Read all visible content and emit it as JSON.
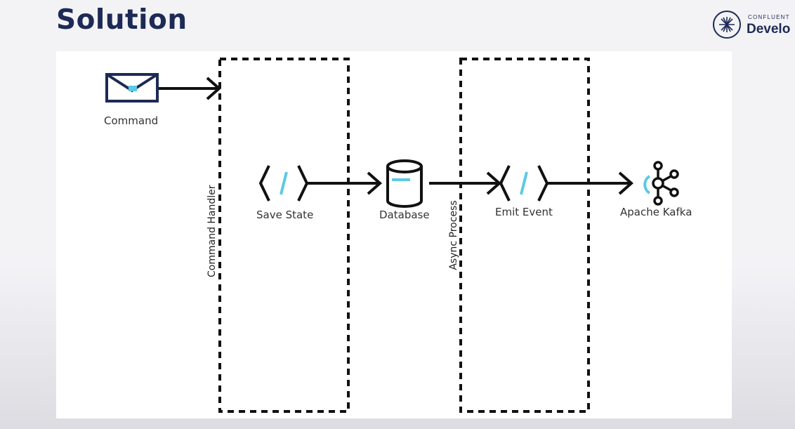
{
  "slide": {
    "title": "Solution"
  },
  "brand": {
    "top_text": "CONFLUENT",
    "name": "Develo",
    "logo_icon": "confluent-starburst-icon"
  },
  "diagram": {
    "nodes": [
      {
        "id": "command",
        "label": "Command",
        "icon": "envelope-icon"
      },
      {
        "id": "save_state",
        "label": "Save State",
        "icon": "code-brackets-icon"
      },
      {
        "id": "database",
        "label": "Database",
        "icon": "database-cylinder-icon"
      },
      {
        "id": "emit_event",
        "label": "Emit Event",
        "icon": "code-brackets-icon"
      },
      {
        "id": "kafka",
        "label": "Apache Kafka",
        "icon": "kafka-icon"
      }
    ],
    "groups": [
      {
        "id": "command_handler",
        "label": "Command Handler"
      },
      {
        "id": "async_process",
        "label": "Async Process"
      }
    ],
    "edges": [
      {
        "from": "command",
        "to": "command_handler"
      },
      {
        "from": "save_state",
        "to": "database"
      },
      {
        "from": "database",
        "to": "emit_event"
      },
      {
        "from": "emit_event",
        "to": "kafka"
      }
    ]
  },
  "colors": {
    "title": "#1d2a55",
    "accent": "#5dc9e2",
    "stroke": "#111111"
  }
}
